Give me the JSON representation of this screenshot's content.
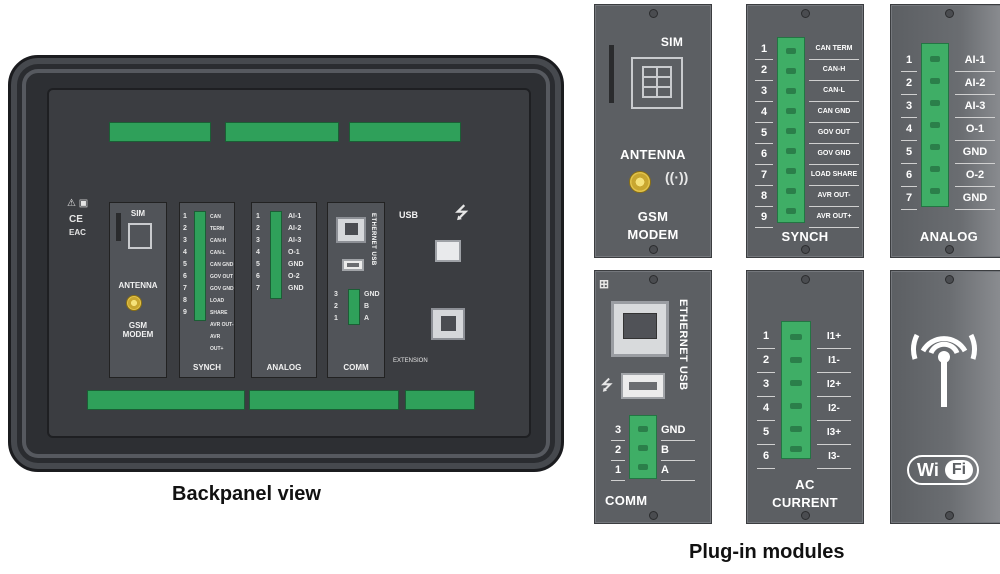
{
  "captions": {
    "backpanel": "Backpanel view",
    "modules": "Plug-in modules"
  },
  "backpanel": {
    "sim": "SIM",
    "antenna": "ANTENNA",
    "gsm_modem": "GSM\nMODEM",
    "synch": "SYNCH",
    "analog": "ANALOG",
    "comm": "COMM",
    "usb": "USB",
    "ethernet_usb": "ETHERNET USB",
    "extension": "EXTENSION",
    "synch_pins": [
      "1",
      "2",
      "3",
      "4",
      "5",
      "6",
      "7",
      "8",
      "9"
    ],
    "synch_sigs": [
      "CAN TERM",
      "CAN-H",
      "CAN-L",
      "CAN GND",
      "GOV OUT",
      "GOV GND",
      "LOAD SHARE",
      "AVR OUT-",
      "AVR OUT+"
    ],
    "analog_pins": [
      "1",
      "2",
      "3",
      "4",
      "5",
      "6",
      "7"
    ],
    "analog_sigs": [
      "AI-1",
      "AI-2",
      "AI-3",
      "O-1",
      "GND",
      "O-2",
      "GND"
    ],
    "comm_pins": [
      "3",
      "2",
      "1"
    ],
    "comm_sigs": [
      "GND",
      "B",
      "A"
    ]
  },
  "modules": {
    "sim": {
      "title": "SIM",
      "antenna": "ANTENNA",
      "name_line1": "GSM",
      "name_line2": "MODEM"
    },
    "synch": {
      "name": "SYNCH",
      "pins": [
        "1",
        "2",
        "3",
        "4",
        "5",
        "6",
        "7",
        "8",
        "9"
      ],
      "signals": [
        "CAN TERM",
        "CAN-H",
        "CAN-L",
        "CAN GND",
        "GOV OUT",
        "GOV GND",
        "LOAD SHARE",
        "AVR OUT-",
        "AVR OUT+"
      ]
    },
    "analog": {
      "name": "ANALOG",
      "pins": [
        "1",
        "2",
        "3",
        "4",
        "5",
        "6",
        "7"
      ],
      "signals": [
        "AI-1",
        "AI-2",
        "AI-3",
        "O-1",
        "GND",
        "O-2",
        "GND"
      ]
    },
    "comm": {
      "name": "COMM",
      "vertical_label": "ETHERNET USB",
      "pins": [
        "3",
        "2",
        "1"
      ],
      "signals": [
        "GND",
        "B",
        "A"
      ]
    },
    "ac_current": {
      "name_line1": "AC",
      "name_line2": "CURRENT",
      "pins": [
        "1",
        "2",
        "3",
        "4",
        "5",
        "6"
      ],
      "signals": [
        "I1+",
        "I1-",
        "I2+",
        "I2-",
        "I3+",
        "I3-"
      ]
    },
    "wifi": {
      "logo_left": "Wi",
      "logo_right": "Fi"
    }
  },
  "colors": {
    "module_bg": "#5c5f63",
    "terminal_green": "#3fae66",
    "device_body": "#2d2f33"
  }
}
